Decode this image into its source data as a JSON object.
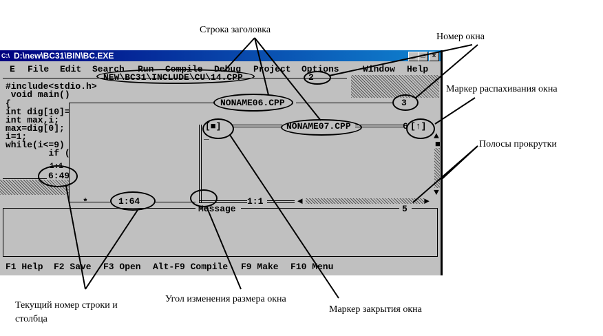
{
  "window": {
    "title": "D:\\new\\BC31\\BIN\\BC.EXE",
    "buttons": {
      "minimize": "_",
      "maximize": "□",
      "close": "×"
    }
  },
  "menu": [
    "E",
    "File",
    "Edit",
    "Search",
    "Run",
    "Compile",
    "Debug",
    "Project",
    "Options",
    "Window",
    "Help"
  ],
  "editor1": {
    "title": "NEW\\BC31\\INCLUDE\\CU\\14.CPP",
    "number": "2",
    "code": [
      "#include<stdio.h>",
      " void main()",
      "{",
      "int dig[10]=",
      "int max,i;",
      "max=dig[0];",
      "i=1;",
      "while(i<=9)",
      "        if ("
    ],
    "position": "6:49",
    "position_partial": "1:1"
  },
  "editor2": {
    "title": "NONAME06.CPP",
    "number": "3",
    "position": "1:64",
    "indicator": "*"
  },
  "editor3": {
    "title": "NONAME07.CPP",
    "number": "6",
    "close_marker": "[■]",
    "zoom_marker": "[↑]",
    "position": "1:1"
  },
  "message": {
    "title": "Message",
    "number": "5"
  },
  "statusbar": [
    "F1 Help",
    "F2 Save",
    "F3 Open",
    "Alt-F9 Compile",
    "F9 Make",
    "F10 Menu"
  ],
  "annotations": {
    "title_line": "Строка заголовка",
    "window_number": "Номер окна",
    "zoom_marker": "Маркер распахивания окна",
    "scrollbars": "Полосы прокрутки",
    "line_col_1": "Текущий номер строки и",
    "line_col_2": "столбца",
    "resize_corner": "Угол изменения размера окна",
    "close_marker": "Маркер закрытия окна"
  }
}
